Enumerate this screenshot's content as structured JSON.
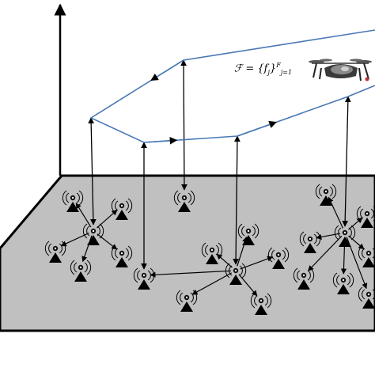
{
  "formula": {
    "lhs": "ℱ",
    "eq": " = {",
    "f": "f",
    "j": "j",
    "close": "}",
    "sup": "F",
    "sub": "j=1"
  },
  "colors": {
    "ground": "#c0c0c0",
    "trajectory": "#4a78b5",
    "link": "#000000"
  },
  "icons": [
    "sensor-node-icon",
    "drone-icon",
    "y-axis-arrow"
  ]
}
